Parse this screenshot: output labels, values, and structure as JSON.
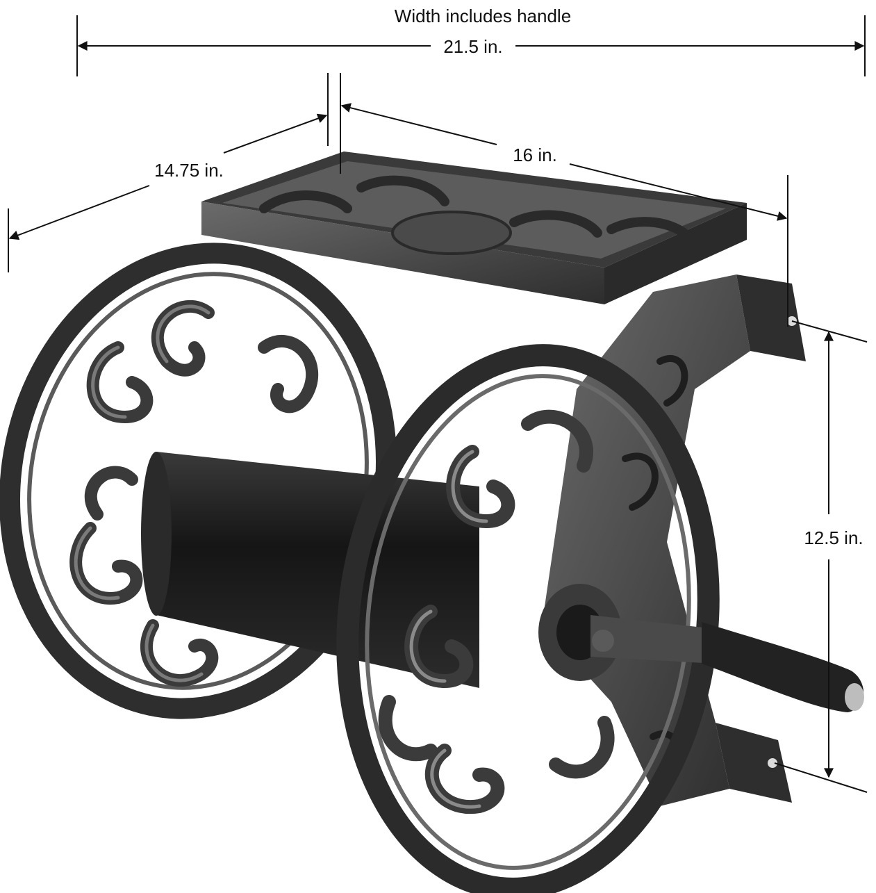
{
  "image": {
    "subject": "hose-reel",
    "colors": {
      "background": "#ffffff",
      "metal_dark": "#2b2b2b",
      "metal_mid": "#4a4a4a",
      "metal_light": "#8a8a8a",
      "drum": "#1e1e1e",
      "dimension_line": "#111111"
    }
  },
  "dimensions": {
    "width_note": "Width includes handle",
    "width_value": "21.5 in.",
    "depth_value": "14.75 in.",
    "length_value": "16 in.",
    "height_value": "12.5 in."
  }
}
